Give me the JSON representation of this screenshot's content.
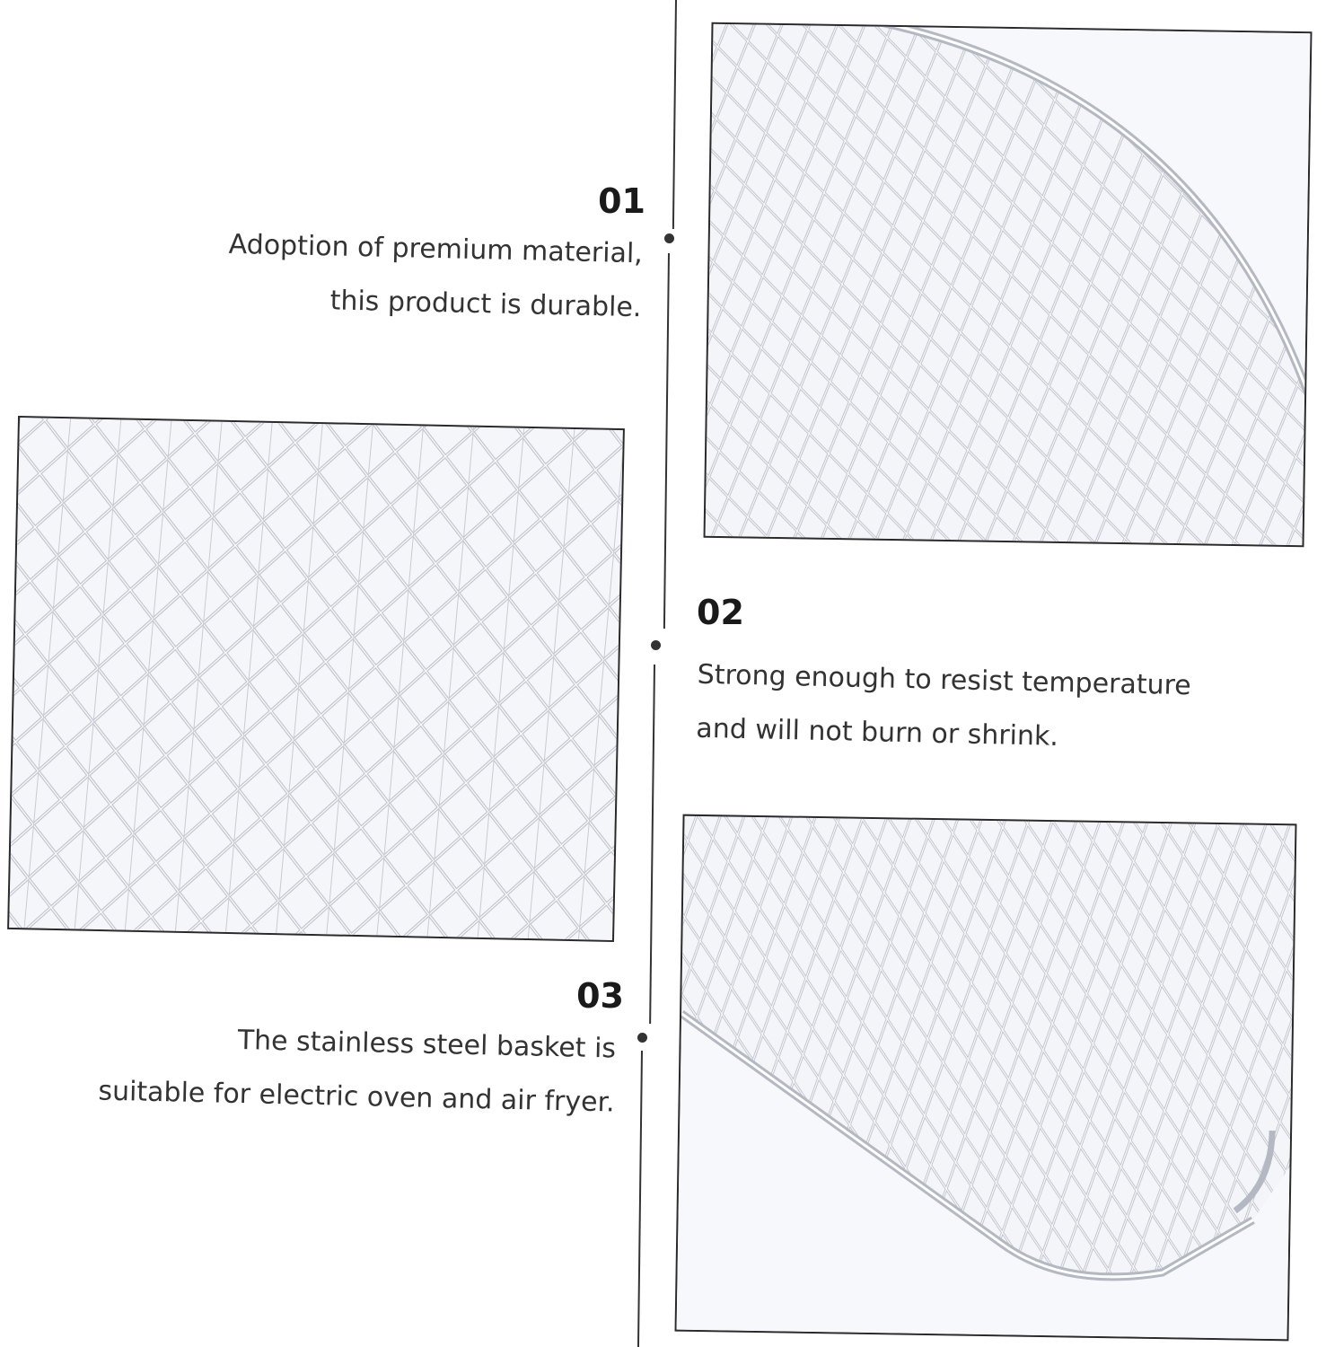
{
  "features": [
    {
      "number": "01",
      "lines": [
        "Adoption of premium material,",
        "this product is durable."
      ]
    },
    {
      "number": "02",
      "lines": [
        "Strong enough to resist temperature",
        "and will not burn or shrink."
      ]
    },
    {
      "number": "03",
      "lines": [
        "The stainless steel basket is",
        "suitable for electric oven and air fryer."
      ]
    }
  ],
  "images": [
    {
      "name": "mesh-rack-curved-edge-photo"
    },
    {
      "name": "mesh-rack-closeup-photo"
    },
    {
      "name": "mesh-rack-rounded-corner-photo"
    }
  ],
  "colors": {
    "line": "#333333",
    "mesh": "#c9ccd4",
    "mesh_highlight": "#ffffff",
    "background": "#ffffff"
  }
}
